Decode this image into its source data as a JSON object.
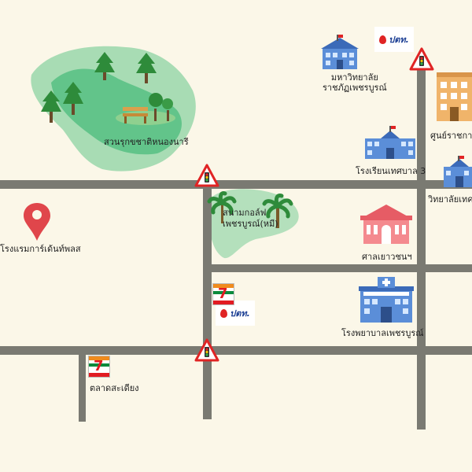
{
  "labels": {
    "park": "สวนรุกขชาติหนองนารี",
    "hotel": "โรงแรมการ์เด้นท์พลส",
    "golf": "สนามกอล์ฟ\nเพชรบูรณ์(หมี)",
    "university": "มหาวิทยาลัย\nราชภัฏเพชรบูรณ์",
    "gov_center": "ศูนย์ราชการจัง",
    "school": "โรงเรียนเทศบาล 3",
    "college": "วิทยาลัยเทคนิ",
    "shrine": "ศาลเยาวชนฯ",
    "hospital": "โรงพยาบาลเพชรบูรณ์",
    "market": "ตลาดสะเดียง"
  },
  "brands": {
    "ptt": "ปตท.",
    "seven": "7"
  },
  "colors": {
    "background": "#fbf7e8",
    "road": "#7a7a72",
    "park_green": "#62c48a",
    "traffic_sign": "#e02424",
    "pin": "#e0464b"
  },
  "icons": [
    "tree-icon",
    "bench-icon",
    "traffic-light-sign-icon",
    "map-pin-icon",
    "palm-tree-icon",
    "university-building-icon",
    "school-building-icon",
    "hospital-building-icon",
    "shrine-building-icon",
    "office-building-icon",
    "ptt-logo-icon",
    "seven-eleven-logo-icon"
  ]
}
